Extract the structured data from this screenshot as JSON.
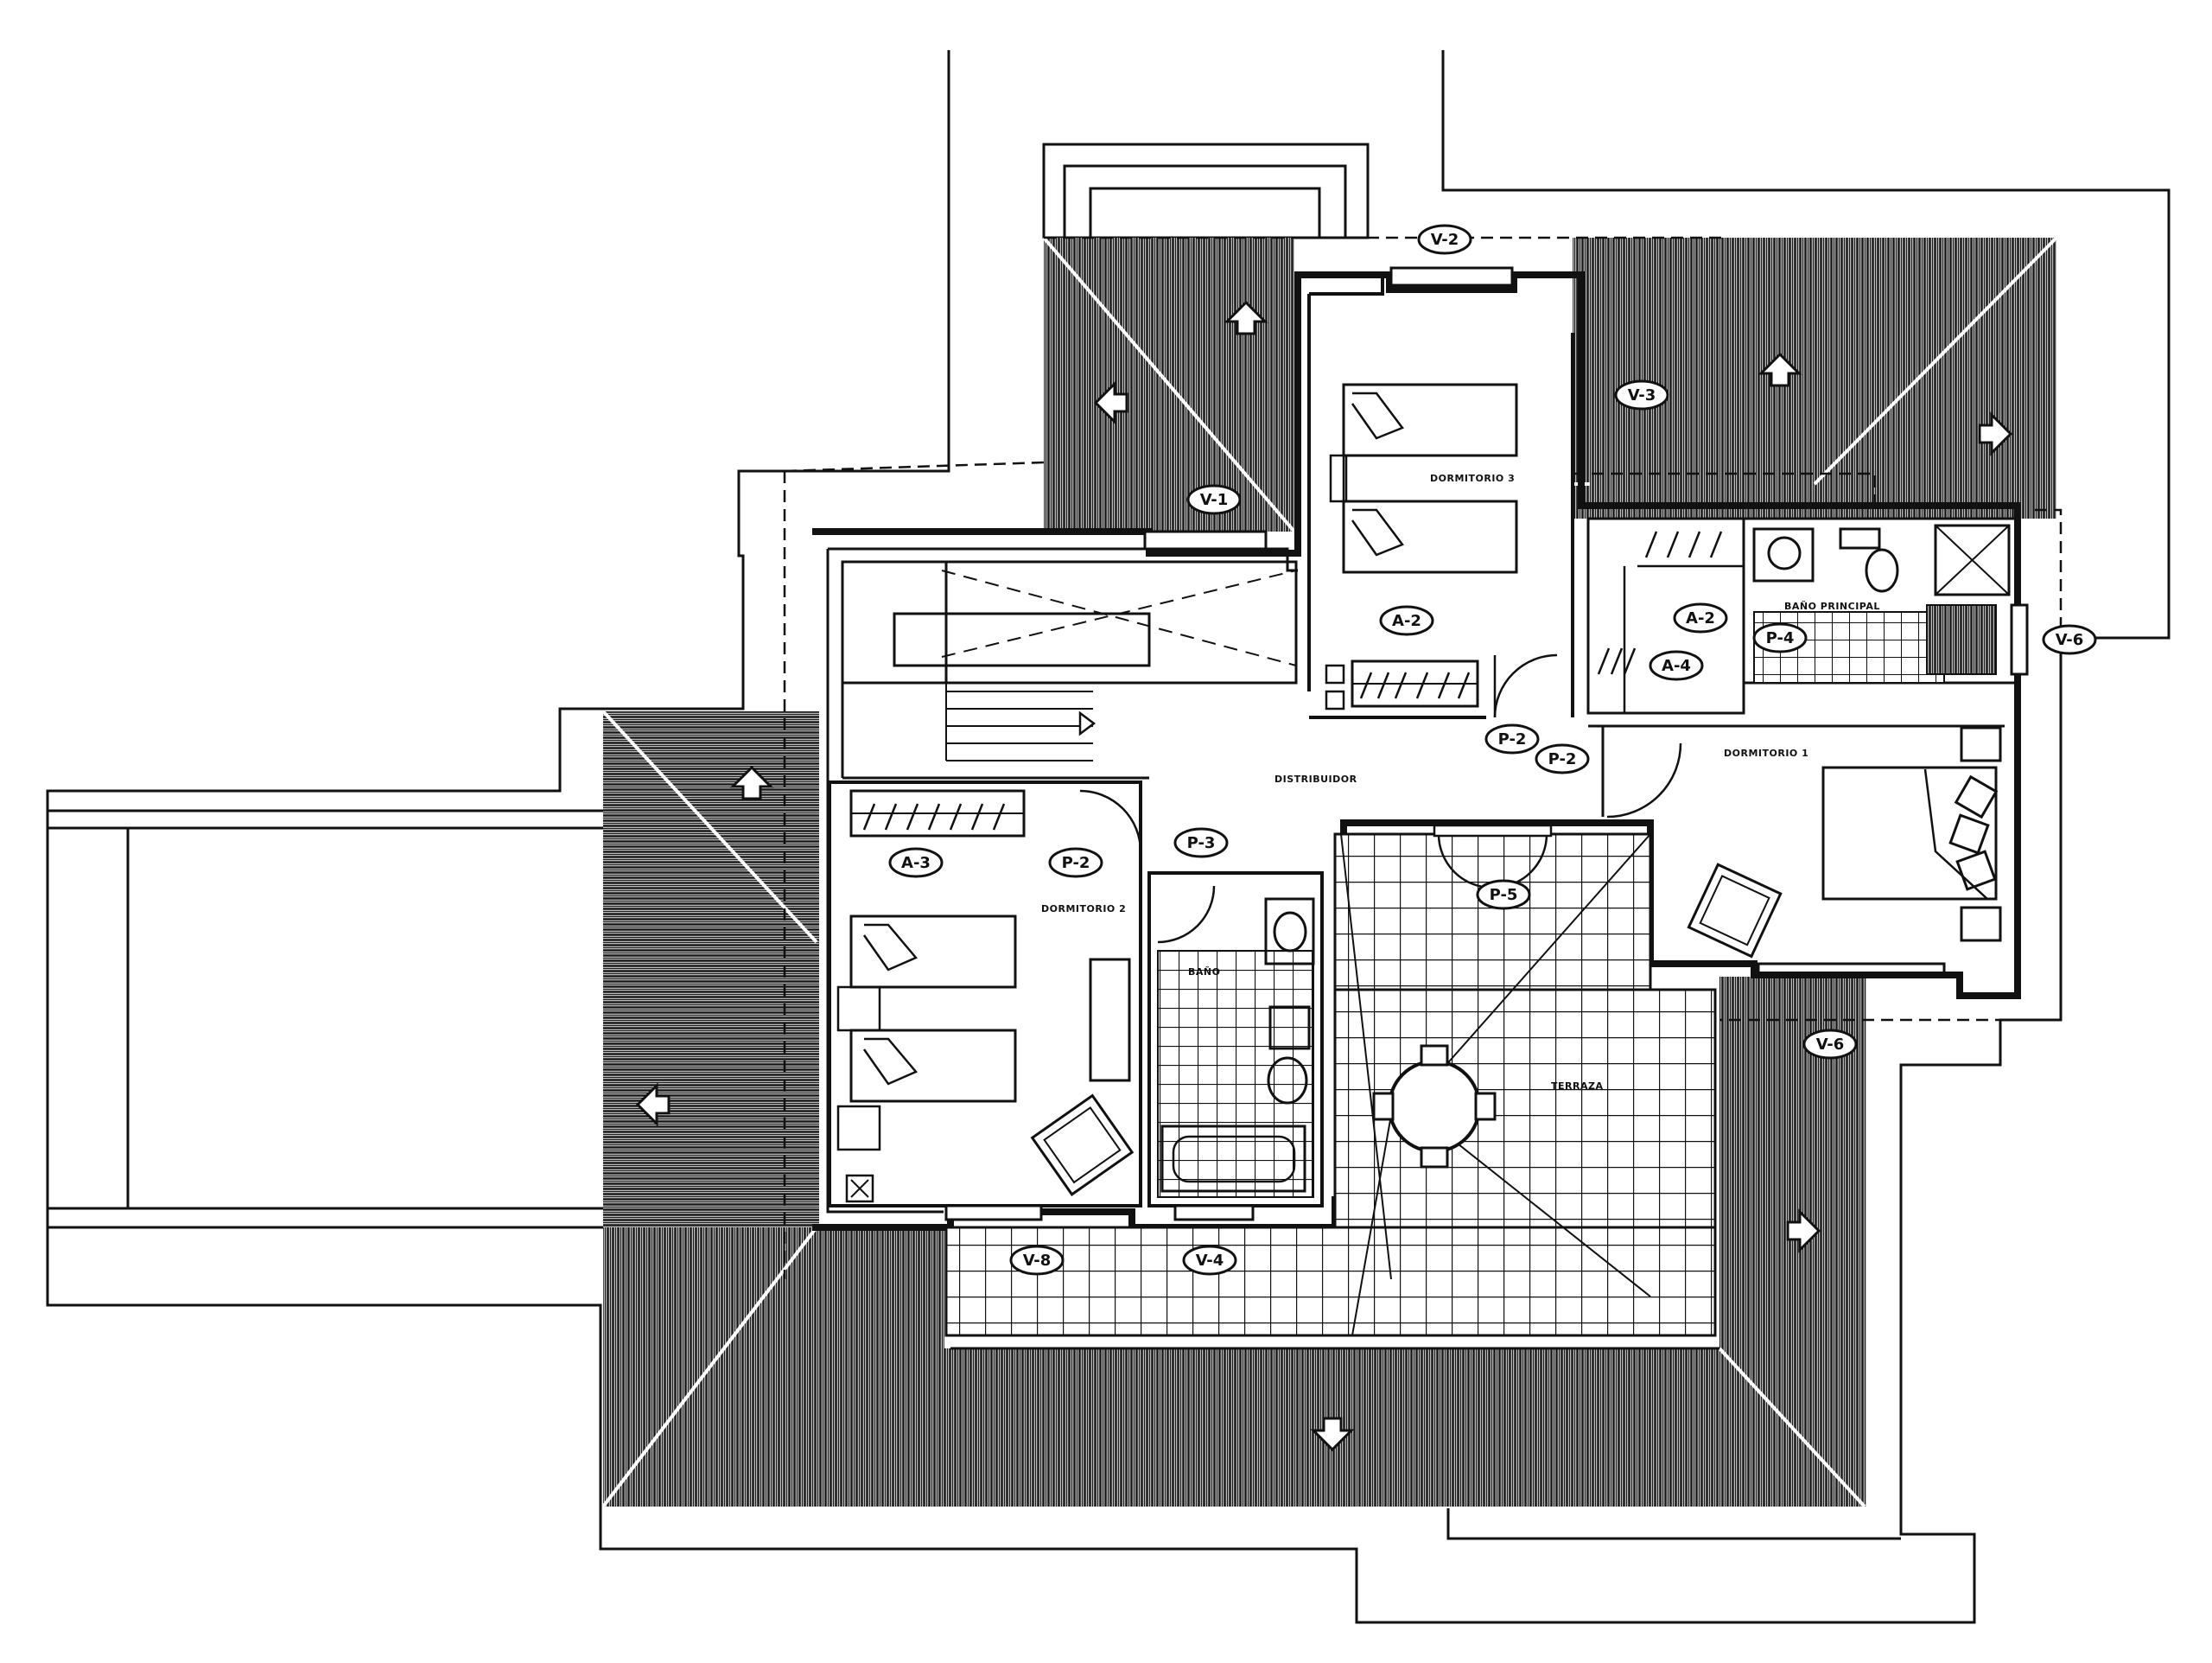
{
  "rooms": {
    "dormitorio_1": "DORMITORIO 1",
    "dormitorio_2": "DORMITORIO 2",
    "dormitorio_3": "DORMITORIO 3",
    "distribuidor": "DISTRIBUIDOR",
    "bano_principal": "BAÑO PRINCIPAL",
    "bano": "BAÑO",
    "terraza": "TERRAZA"
  },
  "tags": {
    "v2": "V-2",
    "v1": "V-1",
    "v3": "V-3",
    "v6": "V-6",
    "v6b": "V-6",
    "v8": "V-8",
    "v4": "V-4",
    "a2_d3": "A-2",
    "a2_d1": "A-2",
    "a3": "A-3",
    "a4": "A-4",
    "p2_d2": "P-2",
    "p2_d3": "P-2",
    "p2_d1": "P-2",
    "p3": "P-3",
    "p5": "P-5",
    "p4": "P-4"
  },
  "colors": {
    "ink": "#111111",
    "roof_hatch": "#1a1a1a",
    "background": "#ffffff"
  }
}
